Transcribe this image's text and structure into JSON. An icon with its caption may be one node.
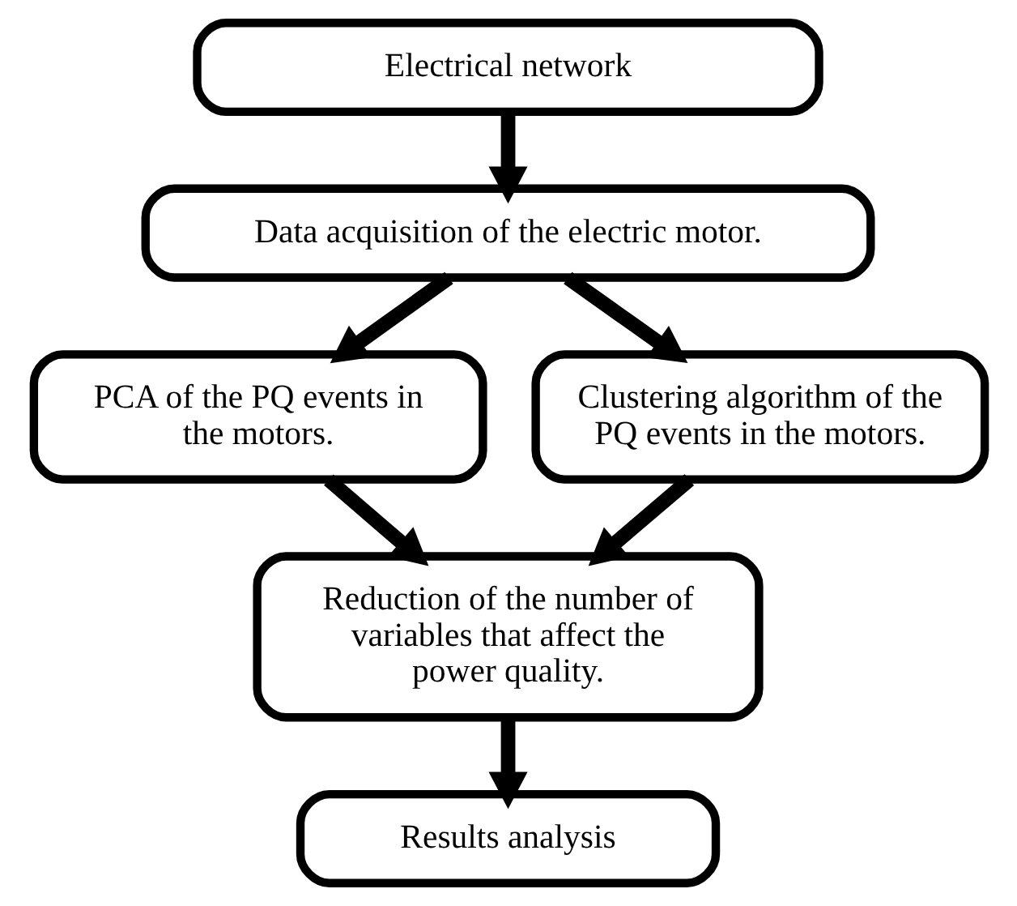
{
  "diagram": {
    "nodes": [
      {
        "text": [
          "Electrical network"
        ]
      },
      {
        "text": [
          "Data acquisition of the electric motor."
        ]
      },
      {
        "text": [
          "PCA of the PQ events in the motors."
        ]
      },
      {
        "text": [
          "Clustering algorithm of the PQ events in the motors."
        ]
      },
      {
        "text": [
          "Reduction of the number of variables that affect the power quality."
        ]
      },
      {
        "text": [
          "Results analysis"
        ]
      }
    ],
    "edges": [
      {
        "from": 0,
        "to": 1,
        "arrow": "to"
      },
      {
        "from": 1,
        "to": 2,
        "arrow": "to"
      },
      {
        "from": 1,
        "to": 3,
        "arrow": "to"
      },
      {
        "from": 2,
        "to": 4,
        "arrow": "to"
      },
      {
        "from": 3,
        "to": 4,
        "arrow": "to"
      },
      {
        "from": 4,
        "to": 5,
        "arrow": "to"
      }
    ]
  }
}
